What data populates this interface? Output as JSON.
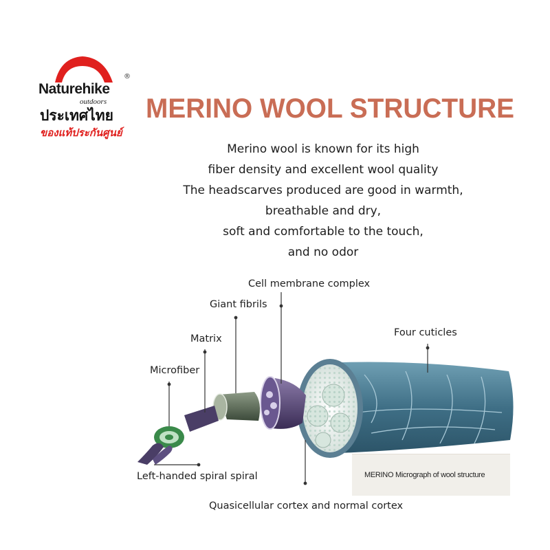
{
  "logo": {
    "brand": "Naturehike",
    "registered": "®",
    "subtitle": "outdoors",
    "country": "ประเทศไทย",
    "authentic": "ของแท้ประกันศูนย์",
    "arc_color": "#e0201e"
  },
  "title": "MERINO WOOL STRUCTURE",
  "title_color": "#c96d55",
  "description": [
    "Merino wool is known for its high",
    "fiber density and excellent wool quality",
    "The headscarves produced are good in warmth,",
    "breathable and dry,",
    "soft and comfortable to the touch,",
    "and no odor"
  ],
  "diagram": {
    "labels": {
      "cell_membrane": "Cell membrane complex",
      "giant_fibrils": "Giant fibrils",
      "matrix": "Matrix",
      "microfiber": "Microfiber",
      "four_cuticles": "Four cuticles",
      "spiral": "Left-handed spiral spiral",
      "cortex": "Quasicellular cortex and normal cortex"
    },
    "caption": "MERINO Micrograph of wool structure",
    "colors": {
      "cuticle": "#3f6f86",
      "cortex": "#e6efe9",
      "membrane": "#4b3b6a",
      "matrix": "#52614f",
      "microfiber": "#3a8a4a",
      "spiral": "#4a3e66"
    }
  }
}
